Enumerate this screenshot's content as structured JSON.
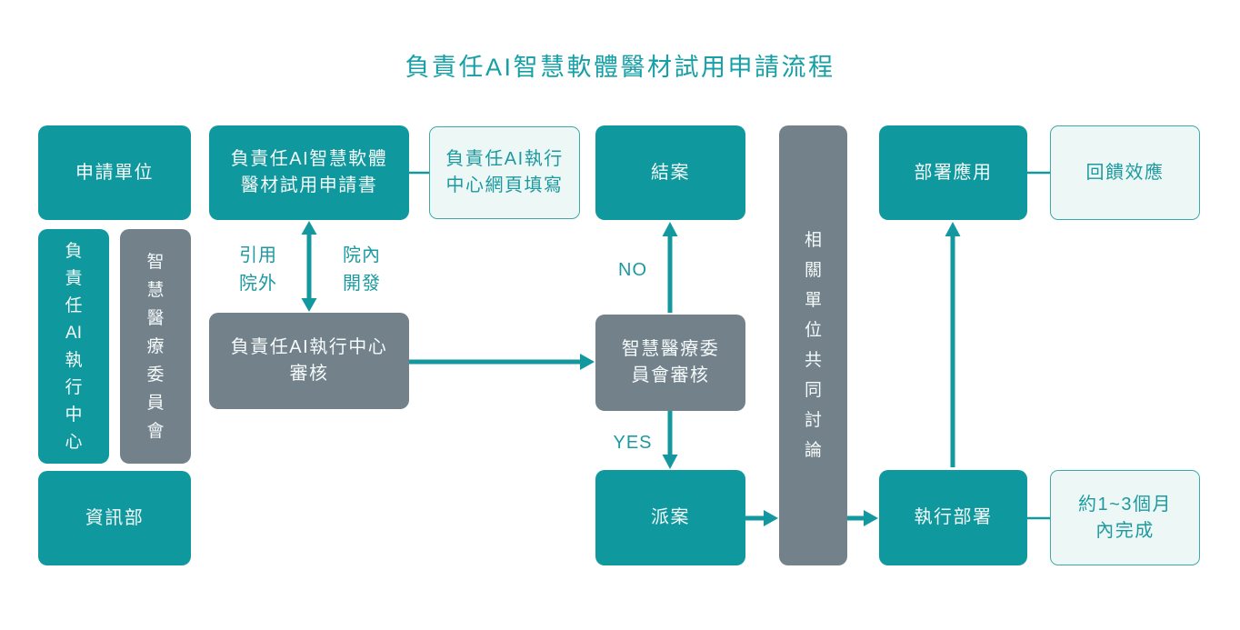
{
  "title": "負責任AI智慧軟體醫材試用申請流程",
  "colors": {
    "background": "#ffffff",
    "teal": "#0f989d",
    "gray": "#73818b",
    "light": "#edf8f6",
    "light_border": "#3fa8ad",
    "title_text": "#16a0a6",
    "label": "#1d9aa0",
    "box_text": "#f4fafa",
    "arrow": "#12989e"
  },
  "nodes": {
    "applicant_unit": "申請單位",
    "responsible_ai_center": [
      "負",
      "責",
      "任",
      "AI",
      "執",
      "行",
      "中",
      "心"
    ],
    "smart_committee": [
      "智",
      "慧",
      "醫",
      "療",
      "委",
      "員",
      "會"
    ],
    "it_department": "資訊部",
    "application_form": "負責任AI智慧軟體\n醫材試用申請書",
    "webfill_note": "負責任AI執行\n中心網頁填寫",
    "center_review": "負責任AI執行中心\n審核",
    "case_closed": "結案",
    "committee_review": "智慧醫療委\n員會審核",
    "dispatch": "派案",
    "joint_discussion": [
      "相",
      "關",
      "單",
      "位",
      "共",
      "同",
      "討",
      "論"
    ],
    "deploy_application": "部署應用",
    "feedback_note": "回饋效應",
    "execute_deployment": "執行部署",
    "duration_note": "約1~3個月\n內完成"
  },
  "labels": {
    "cite_external": "引用\n院外",
    "inhouse_develop": "院內\n開發",
    "no": "NO",
    "yes": "YES"
  }
}
